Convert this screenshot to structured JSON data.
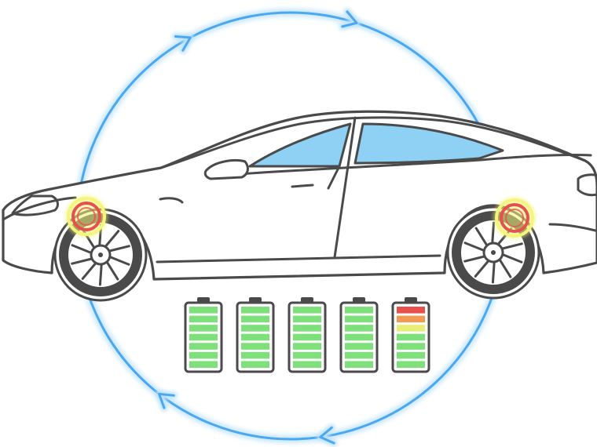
{
  "colors": {
    "background": "#ffffff",
    "outline": "#4a4a4a",
    "car_body": "#ffffff",
    "window_glass": "#8fd0f5",
    "cycle_ring": "#4aa8f0",
    "cycle_glow": "#bfe3fb",
    "brake_glow": "#f4f57a",
    "brake_hot": "#e8504c",
    "battery_full_cell": "#7ee07a",
    "battery_red_cell": "#e8504c",
    "battery_orange_cell": "#f29a52",
    "battery_yellow_cell": "#e9ee76"
  },
  "icons": {
    "cycle": "circular-arrows-regeneration-icon",
    "car": "electric-sedan-side-view-icon",
    "brake_heat": "hot-brake-glow-icon",
    "battery": "battery-charge-icon"
  },
  "batteries": [
    {
      "id": "battery-1",
      "level": 1.0
    },
    {
      "id": "battery-2",
      "level": 1.0
    },
    {
      "id": "battery-3",
      "level": 1.0
    },
    {
      "id": "battery-4",
      "level": 1.0
    },
    {
      "id": "battery-5",
      "level": 0.6
    }
  ],
  "battery_cells_per_battery": 7
}
